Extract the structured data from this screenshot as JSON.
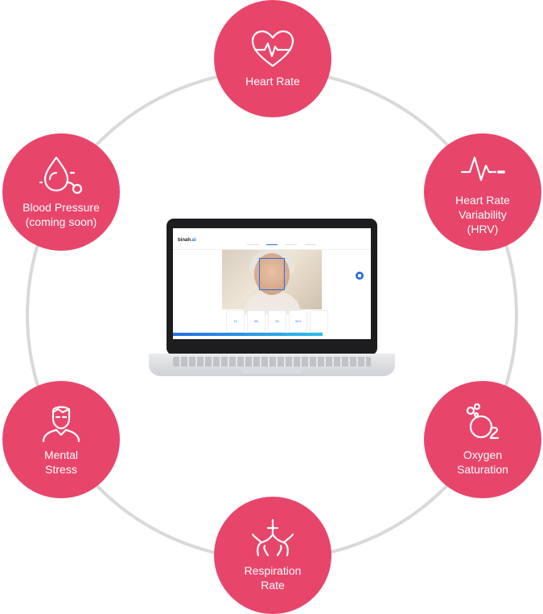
{
  "nodes": [
    {
      "id": "heart-rate",
      "label": "Heart Rate",
      "icon": "heart-pulse-icon"
    },
    {
      "id": "hrv",
      "label": "Heart Rate\nVariability\n(HRV)",
      "icon": "pulse-wave-icon"
    },
    {
      "id": "oxygen",
      "label": "Oxygen\nSaturation",
      "icon": "oxygen-molecule-icon"
    },
    {
      "id": "respiration",
      "label": "Respiration\nRate",
      "icon": "lungs-icon"
    },
    {
      "id": "stress",
      "label": "Mental\nStress",
      "icon": "person-icon"
    },
    {
      "id": "blood-pressure",
      "label": "Blood Pressure\n(coming soon)",
      "icon": "blood-drop-gauge-icon"
    }
  ],
  "laptop": {
    "brand_name": "binah",
    "brand_suffix": ".ai",
    "readings": [
      "74",
      "96",
      "20",
      "44.2"
    ]
  },
  "colors": {
    "accent": "#e8456b",
    "ring": "#d9d9d9",
    "brand_blue": "#2b6de3"
  }
}
